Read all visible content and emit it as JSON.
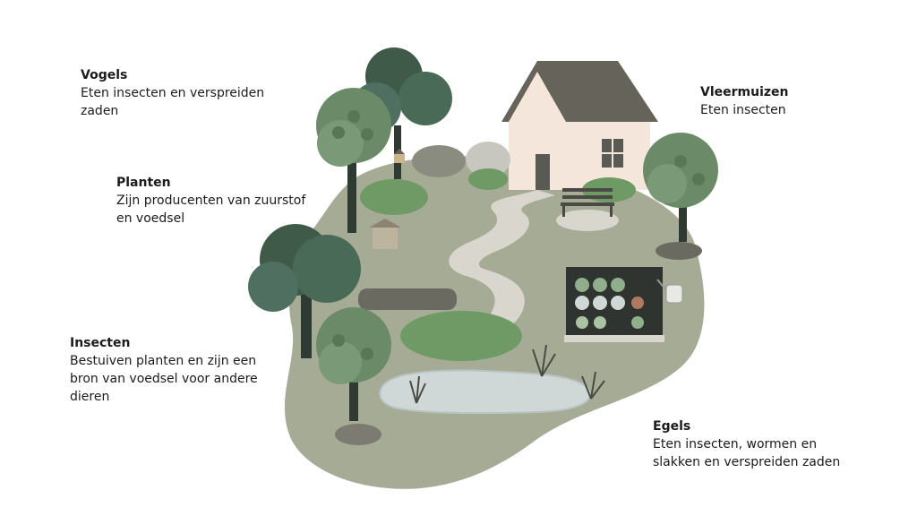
{
  "annotations": {
    "vogels": {
      "title": "Vogels",
      "description": "Eten insecten en verspreiden\nzaden"
    },
    "planten": {
      "title": "Planten",
      "description": "Zijn producenten van zuurstof\nen voedsel"
    },
    "insecten": {
      "title": "Insecten",
      "description": "Bestuiven planten en zijn een\nbron van voedsel voor andere\ndieren"
    },
    "vleermuizen": {
      "title": "Vleermuizen",
      "description": "Eten insecten"
    },
    "egels": {
      "title": "Egels",
      "description": "Eten insecten, wormen en\nslakken en verspreiden zaden"
    }
  },
  "colors": {
    "ground": "#a6ab96",
    "pond": "#cfd8d6",
    "path": "#d9d6cd",
    "tree_light": "#6b8a68",
    "tree_dark": "#3f5a48",
    "house_wall": "#f5e6dc",
    "roof": "#66645a",
    "shrub": "#6f9a66"
  }
}
